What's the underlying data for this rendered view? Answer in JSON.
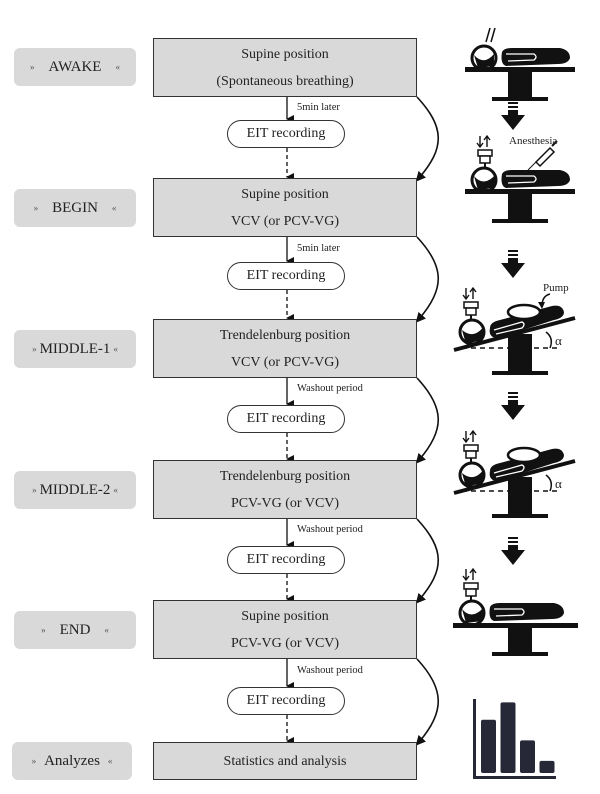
{
  "stages": [
    {
      "label": "AWAKE",
      "box_lines": [
        "Supine position",
        "(Spontaneous breathing)"
      ],
      "note": "5min later",
      "recording": "EIT recording",
      "icon": "patient-supine-awake-icon"
    },
    {
      "label": "BEGIN",
      "box_lines": [
        "Supine position",
        "VCV (or PCV-VG)"
      ],
      "note": "5min later",
      "recording": "EIT recording",
      "icon": "patient-supine-ventilated-icon"
    },
    {
      "label": "MIDDLE-1",
      "box_lines": [
        "Trendelenburg position",
        "VCV (or PCV-VG)"
      ],
      "note": "Washout period",
      "recording": "EIT recording",
      "icon": "patient-trendelenburg-icon"
    },
    {
      "label": "MIDDLE-2",
      "box_lines": [
        "Trendelenburg position",
        "PCV-VG (or VCV)"
      ],
      "note": "Washout period",
      "recording": "EIT recording",
      "icon": "patient-trendelenburg-icon"
    },
    {
      "label": "END",
      "box_lines": [
        "Supine position",
        "PCV-VG (or VCV)"
      ],
      "note": "Washout period",
      "recording": "EIT recording",
      "icon": "patient-supine-ventilated-icon"
    },
    {
      "label": "Analyzes",
      "box_lines": [
        "Statistics and analysis"
      ],
      "icon": "bar-chart-icon"
    }
  ],
  "chevron_left": "»",
  "chevron_right": "«",
  "icon_labels": {
    "anesthesia": "Anesthesia",
    "pump": "Pump",
    "angle": "α"
  },
  "colors": {
    "box_fill": "#d9d9d9",
    "stroke": "#222222",
    "chart_bars": "#262838"
  }
}
